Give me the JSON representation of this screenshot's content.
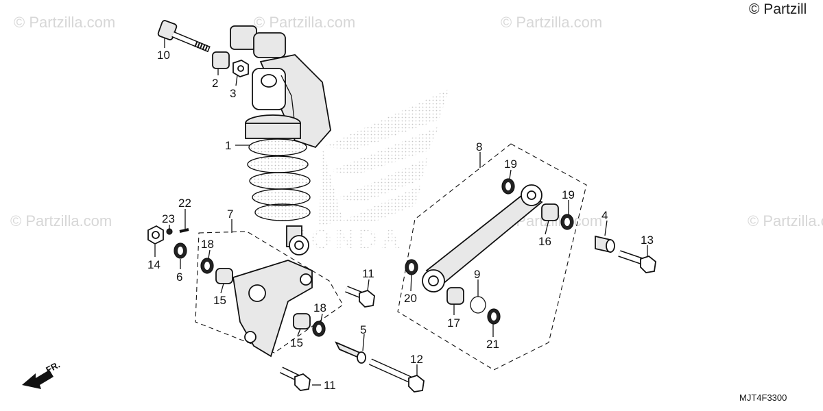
{
  "watermarks": [
    {
      "id": "wm1",
      "text": "© Partzilla.com"
    },
    {
      "id": "wm2",
      "text": "© Partzilla.com"
    },
    {
      "id": "wm3",
      "text": "© Partzilla.com"
    },
    {
      "id": "wm4",
      "text": "© Partzilla.com"
    },
    {
      "id": "wm5",
      "text": "© Partzilla.com"
    },
    {
      "id": "wm6",
      "text": "© Partzilla.com"
    }
  ],
  "copyright": "© Partzill",
  "diagram_code": "MJT4F3300",
  "direction_label": "FR.",
  "callouts": {
    "c1": "1",
    "c2": "2",
    "c3": "3",
    "c4": "4",
    "c5": "5",
    "c6": "6",
    "c7": "7",
    "c8": "8",
    "c9": "9",
    "c10": "10",
    "c11a": "11",
    "c11b": "11",
    "c12": "12",
    "c13": "13",
    "c14": "14",
    "c15a": "15",
    "c15b": "15",
    "c16": "16",
    "c17": "17",
    "c18a": "18",
    "c18b": "18",
    "c19a": "19",
    "c19b": "19",
    "c20": "20",
    "c21": "21",
    "c22": "22",
    "c23": "23"
  }
}
